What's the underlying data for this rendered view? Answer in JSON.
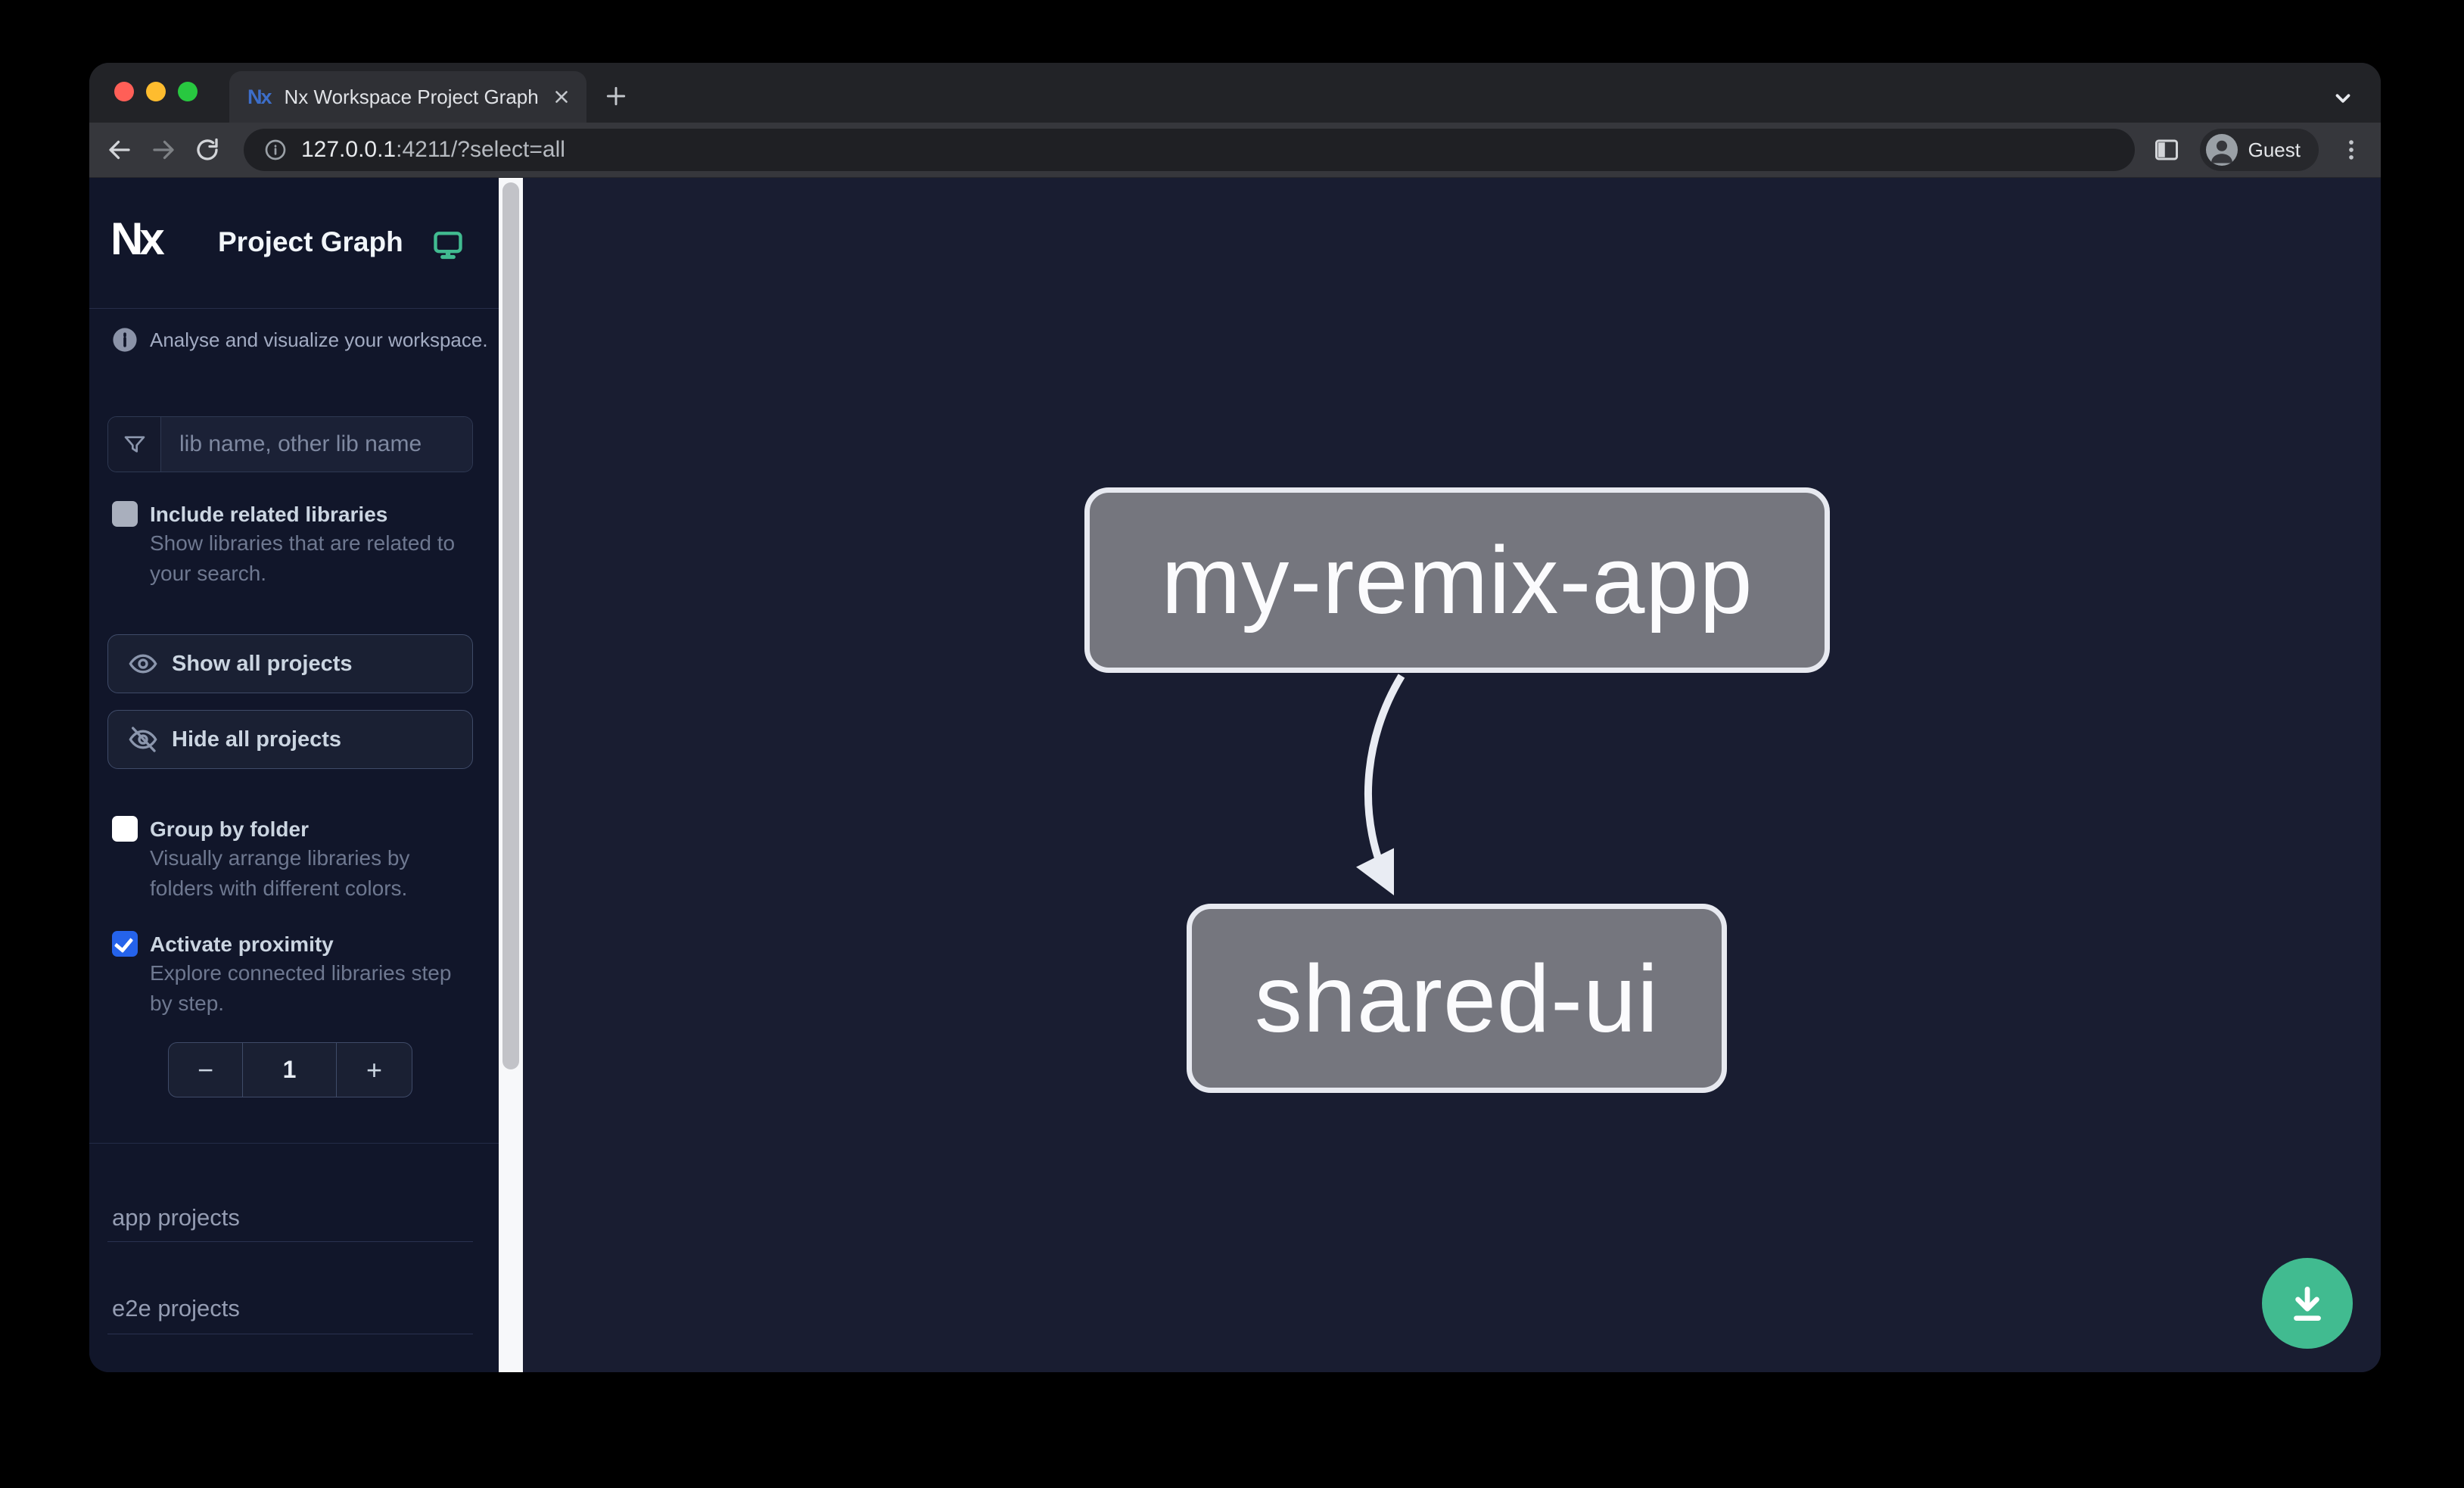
{
  "browser": {
    "tab_title": "Nx Workspace Project Graph",
    "url_host": "127.0.0.1",
    "url_rest": ":4211/?select=all",
    "profile_label": "Guest"
  },
  "sidebar": {
    "logo_text": "Nx",
    "app_title": "Project Graph",
    "tagline": "Analyse and visualize your workspace.",
    "search_placeholder": "lib name, other lib name",
    "options": [
      {
        "label": "Include related libraries",
        "description": "Show libraries that are related to your search.",
        "checked": false
      },
      {
        "label": "Group by folder",
        "description": "Visually arrange libraries by folders with different colors.",
        "checked": false
      },
      {
        "label": "Activate proximity",
        "description": "Explore connected libraries step by step.",
        "checked": true
      }
    ],
    "buttons": [
      {
        "label": "Show all projects"
      },
      {
        "label": "Hide all projects"
      }
    ],
    "stepper": {
      "decrease": "−",
      "value": "1",
      "increase": "+"
    },
    "sections": [
      {
        "label": "app projects"
      },
      {
        "label": "e2e projects"
      }
    ]
  },
  "graph": {
    "nodes": [
      {
        "id": "my-remix-app",
        "label": "my-remix-app"
      },
      {
        "id": "shared-ui",
        "label": "shared-ui"
      }
    ],
    "edges": [
      {
        "source": "my-remix-app",
        "target": "shared-ui"
      }
    ]
  },
  "colors": {
    "accent_teal": "#41bb90",
    "checkbox_blue": "#2563eb",
    "sidebar_bg": "#11162a",
    "canvas_bg": "#191d31",
    "node_fill": "#75767e",
    "node_border": "#e7e9f0",
    "node_text": "#fbfbfd",
    "traffic_red": "#ff5f57",
    "traffic_yellow": "#febc2e",
    "traffic_green": "#28c840"
  }
}
